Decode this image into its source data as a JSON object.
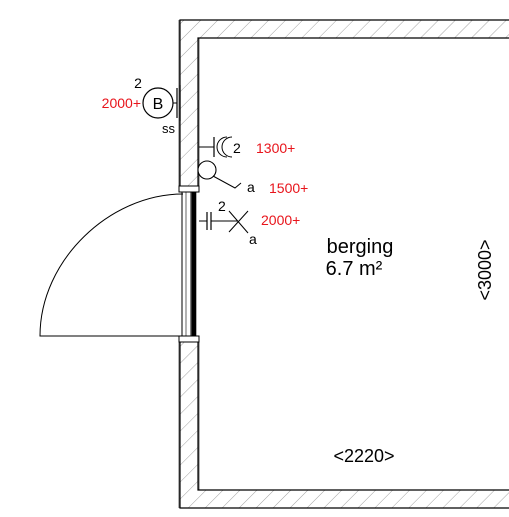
{
  "room": {
    "name": "berging",
    "area": "6.7 m²"
  },
  "dimensions": {
    "width": "<2220>",
    "height": "<3000>"
  },
  "symbols": {
    "outlet_b": {
      "count": "2",
      "letter": "B",
      "sub": "ss",
      "height": "2000+"
    },
    "outlet_double": {
      "count": "2",
      "height": "1300+"
    },
    "lamp": {
      "switch": "a",
      "height": "1500+"
    },
    "switch": {
      "count": "2",
      "switch": "a",
      "height": "2000+"
    }
  },
  "colors": {
    "line": "#000000",
    "hatch": "#8a8a8a",
    "height_label": "#e8141b"
  }
}
